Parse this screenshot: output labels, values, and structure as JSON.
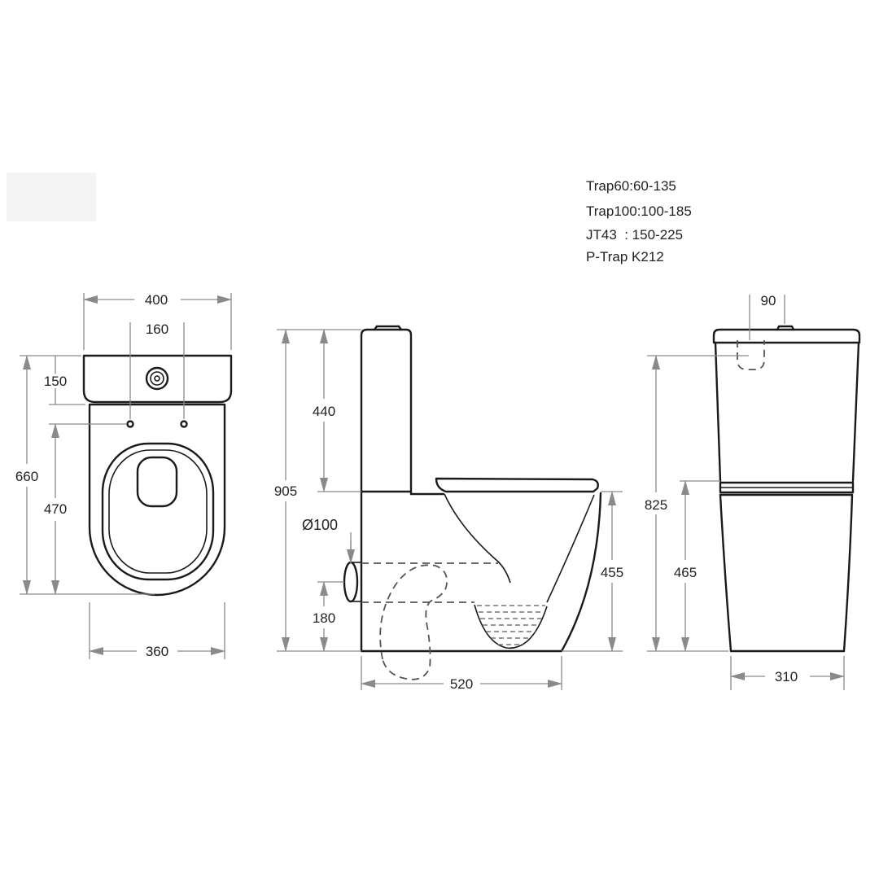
{
  "trap_notes": [
    "Trap60:60-135",
    "Trap100:100-185",
    "JT43  : 150-225",
    "P-Trap K212"
  ],
  "top_view": {
    "width_overall": "400",
    "fixing_spacing": "160",
    "cistern_depth": "150",
    "overall_length": "660",
    "pan_length": "470",
    "pan_width": "360"
  },
  "side_view": {
    "overall_height": "905",
    "cistern_height": "440",
    "pipe_diameter": "Ø100",
    "outlet_height": "180",
    "seat_height": "455",
    "overall_depth": "520"
  },
  "front_view": {
    "button_offset": "90",
    "overall_height": "825",
    "seat_height": "465",
    "base_width": "310"
  }
}
